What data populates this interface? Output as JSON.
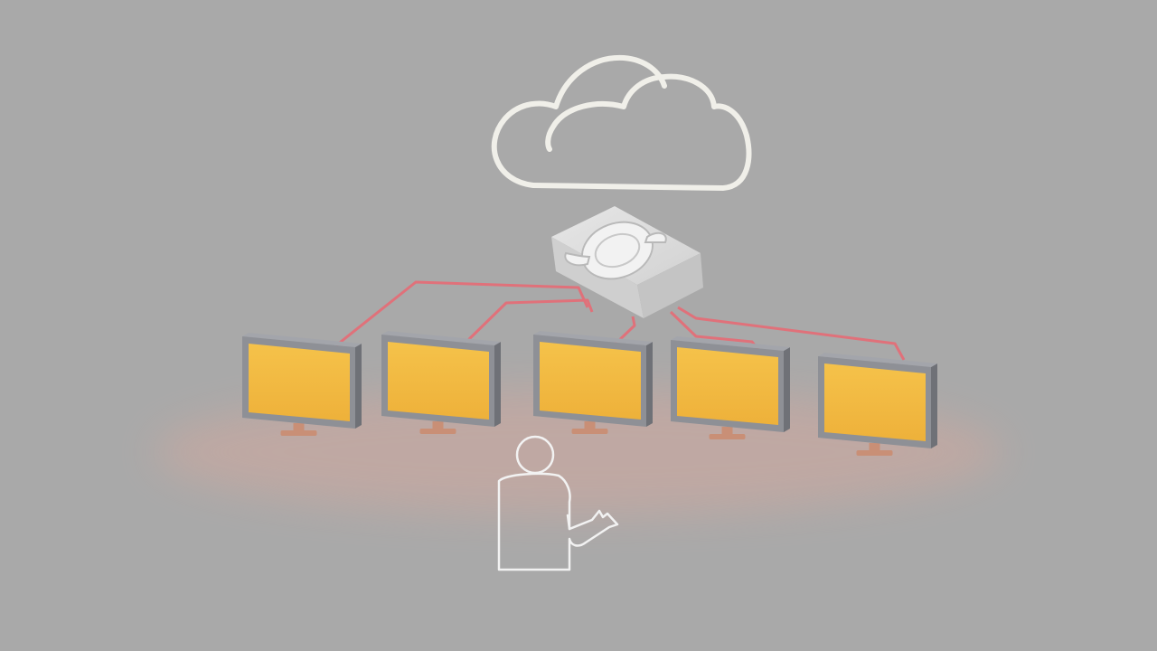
{
  "diagram": {
    "nodes": [
      {
        "id": "cloud",
        "kind": "cloud",
        "icon": "cloud-outline-icon"
      },
      {
        "id": "router",
        "kind": "network-hub",
        "icon": "wrapped-candy-icon"
      },
      {
        "id": "monitor-1",
        "kind": "monitor",
        "icon": "monitor-icon"
      },
      {
        "id": "monitor-2",
        "kind": "monitor",
        "icon": "monitor-icon"
      },
      {
        "id": "monitor-3",
        "kind": "monitor",
        "icon": "monitor-icon"
      },
      {
        "id": "monitor-4",
        "kind": "monitor",
        "icon": "monitor-icon"
      },
      {
        "id": "monitor-5",
        "kind": "monitor",
        "icon": "monitor-icon"
      },
      {
        "id": "person",
        "kind": "person",
        "icon": "person-outline-icon"
      }
    ],
    "edges": [
      {
        "from": "router",
        "to": "monitor-1"
      },
      {
        "from": "router",
        "to": "monitor-2"
      },
      {
        "from": "router",
        "to": "monitor-3"
      },
      {
        "from": "router",
        "to": "monitor-4"
      },
      {
        "from": "router",
        "to": "monitor-5"
      }
    ]
  },
  "colors": {
    "background": "#a9a9a9",
    "screen": "#f2b940",
    "bezel": "#8e9096",
    "cable": "#e0717a",
    "outline": "#f0efe9",
    "hub": "#dcdcdc",
    "glow": "#e8a898"
  }
}
